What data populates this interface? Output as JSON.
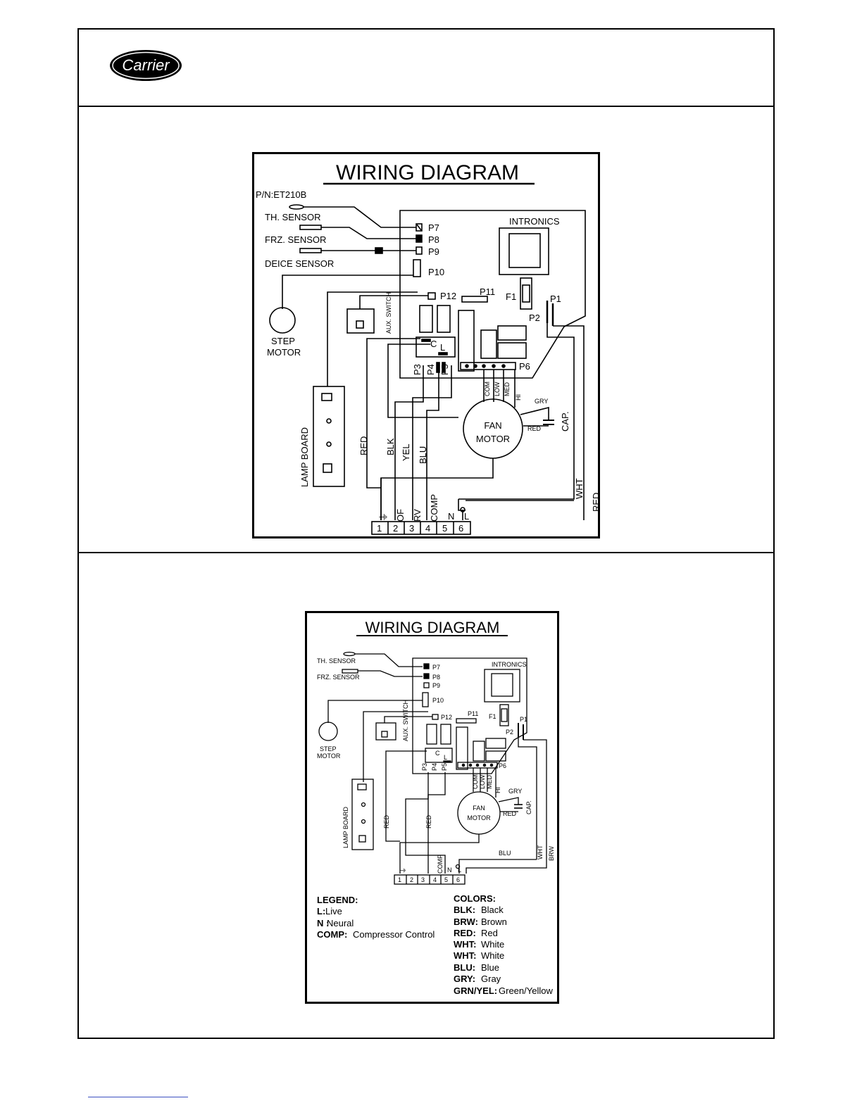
{
  "brand": {
    "logo_text": "Carrier"
  },
  "diagram1": {
    "title": "WIRING DIAGRAM",
    "part_number": "P/N:ET210B",
    "sensors": [
      "TH. SENSOR",
      "FRZ. SENSOR",
      "DEICE SENSOR"
    ],
    "board_name": "INTRONICS",
    "connectors": [
      "P7",
      "P8",
      "P9",
      "P10",
      "P11",
      "P12",
      "P1",
      "P2",
      "F1",
      "P3",
      "P4",
      "P5",
      "P6"
    ],
    "relay_labels": [
      "C",
      "L"
    ],
    "aux_switch": "AUX. SWITCH",
    "step_motor": [
      "STEP",
      "MOTOR"
    ],
    "lamp_board": "LAMP BOARD",
    "fan_motor": [
      "FAN",
      "MOTOR"
    ],
    "fan_taps": [
      "COM",
      "LOW",
      "MED",
      "HI"
    ],
    "cap": "CAP.",
    "wires": [
      "GRY",
      "RED",
      "RED",
      "BLK",
      "YEL",
      "BLU",
      "WHT",
      "RED"
    ],
    "terminal_functions": [
      "⏚",
      "OF",
      "RV",
      "COMP",
      "N",
      "L"
    ],
    "terminals": [
      "1",
      "2",
      "3",
      "4",
      "5",
      "6"
    ]
  },
  "diagram2": {
    "title": "WIRING DIAGRAM",
    "sensors": [
      "TH. SENSOR",
      "FRZ. SENSOR"
    ],
    "board_name": "INTRONICS",
    "connectors": [
      "P7",
      "P8",
      "P9",
      "P10",
      "P11",
      "P12",
      "P1",
      "P2",
      "F1",
      "P3",
      "P4",
      "P5",
      "P6"
    ],
    "relay_labels": [
      "C",
      "L"
    ],
    "aux_switch": "AUX. SWITCH",
    "step_motor": [
      "STEP",
      "MOTOR"
    ],
    "lamp_board": "LAMP BOARD",
    "fan_motor": [
      "FAN",
      "MOTOR"
    ],
    "fan_taps": [
      "COM",
      "LOW",
      "MED",
      "HI"
    ],
    "cap": "CAP.",
    "wires": [
      "GRY",
      "RED",
      "RED",
      "RED",
      "BLU",
      "WHT",
      "BRW"
    ],
    "terminal_functions": [
      "⏚",
      "COMP",
      "N",
      "L"
    ],
    "terminals": [
      "1",
      "2",
      "3",
      "4",
      "5",
      "6"
    ],
    "legend": {
      "heading": "LEGEND:",
      "items": [
        {
          "key": "L:",
          "value": "Live"
        },
        {
          "key": "N :",
          "value": "Neural"
        },
        {
          "key": "COMP:",
          "value": "Compressor Control"
        }
      ]
    },
    "colors": {
      "heading": "COLORS:",
      "items": [
        {
          "key": "BLK:",
          "value": "Black"
        },
        {
          "key": "BRW:",
          "value": "Brown"
        },
        {
          "key": "RED:",
          "value": "Red"
        },
        {
          "key": "WHT:",
          "value": "White"
        },
        {
          "key": "WHT:",
          "value": "White"
        },
        {
          "key": "BLU:",
          "value": "Blue"
        },
        {
          "key": "GRY:",
          "value": "Gray"
        },
        {
          "key": "GRN/YEL:",
          "value": "Green/Yellow"
        }
      ]
    }
  }
}
